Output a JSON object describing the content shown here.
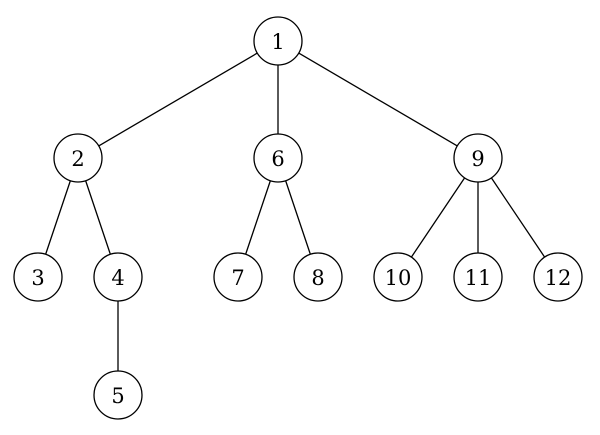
{
  "tree": {
    "nodes": [
      {
        "id": "1",
        "label": "1"
      },
      {
        "id": "2",
        "label": "2"
      },
      {
        "id": "6",
        "label": "6"
      },
      {
        "id": "9",
        "label": "9"
      },
      {
        "id": "3",
        "label": "3"
      },
      {
        "id": "4",
        "label": "4"
      },
      {
        "id": "7",
        "label": "7"
      },
      {
        "id": "8",
        "label": "8"
      },
      {
        "id": "10",
        "label": "10"
      },
      {
        "id": "11",
        "label": "11"
      },
      {
        "id": "12",
        "label": "12"
      },
      {
        "id": "5",
        "label": "5"
      }
    ],
    "edges": [
      {
        "from": "1",
        "to": "2"
      },
      {
        "from": "1",
        "to": "6"
      },
      {
        "from": "1",
        "to": "9"
      },
      {
        "from": "2",
        "to": "3"
      },
      {
        "from": "2",
        "to": "4"
      },
      {
        "from": "4",
        "to": "5"
      },
      {
        "from": "6",
        "to": "7"
      },
      {
        "from": "6",
        "to": "8"
      },
      {
        "from": "9",
        "to": "10"
      },
      {
        "from": "9",
        "to": "11"
      },
      {
        "from": "9",
        "to": "12"
      }
    ]
  }
}
